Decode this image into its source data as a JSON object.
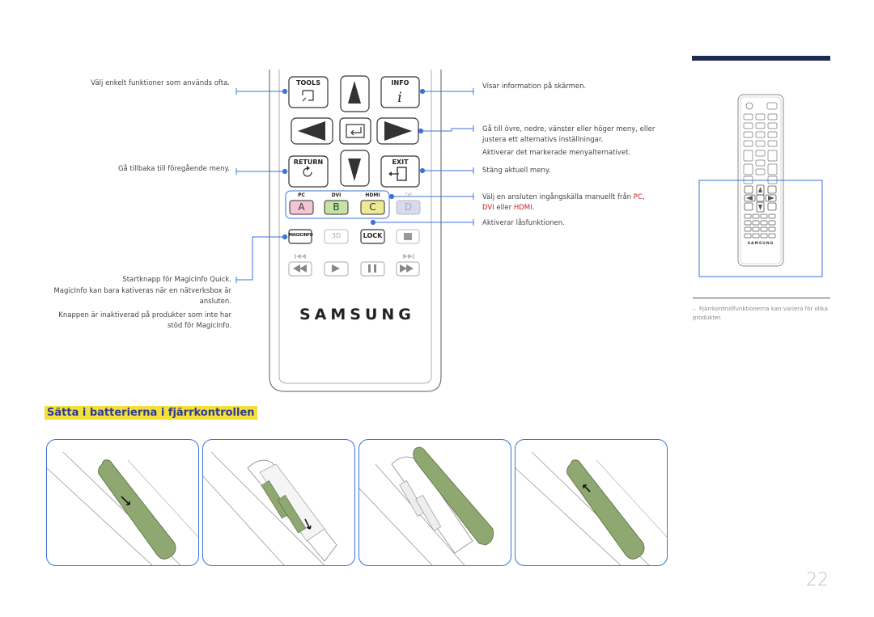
{
  "page_number": "22",
  "section_heading": "Sätta i batterierna i fjärrkontrollen",
  "remote": {
    "buttons": {
      "tools": "TOOLS",
      "info": "INFO",
      "return": "RETURN",
      "exit": "EXIT",
      "pc": "PC",
      "dvi": "DVI",
      "hdmi": "HDMI",
      "dp": "DP",
      "a": "A",
      "b": "B",
      "c": "C",
      "d": "D",
      "magicinfo": "MAGICINFO",
      "three_d": "3D",
      "lock": "LOCK"
    },
    "brand": "SAMSUNG",
    "mini_brand": "SAMSUNG"
  },
  "left_labels": {
    "tools": "Välj enkelt funktioner som används ofta.",
    "return": "Gå tillbaka till föregående meny.",
    "magicinfo_1": "Startknapp för MagicInfo Quick.",
    "magicinfo_2": "MagicInfo kan bara kativeras när en nätverksbox är ansluten.",
    "magicinfo_3": "Knappen är inaktiverad på produkter som inte har stöd för MagicInfo."
  },
  "right_labels": {
    "info": "Visar information på skärmen.",
    "arrows_1": "Gå till övre, nedre, vänster eller höger meny, eller justera ett alternativs inställningar.",
    "arrows_2": "Aktiverar det markerade menyalternativet.",
    "exit": "Stäng aktuell meny.",
    "source_prefix": "Välj en ansluten ingångskälla manuellt från ",
    "source_pc": "PC",
    "source_sep": ",",
    "source_dvi": "DVI",
    "source_or": " eller ",
    "source_hdmi": "HDMI",
    "source_end": ".",
    "lock": "Aktiverar låsfunktionen."
  },
  "note": "Fjärrkontrollfunktionerna kan variera för olika produkter.",
  "colors": {
    "accent_blue": "#3d72d8",
    "heading_bg": "#f3e03a",
    "heading_text": "#2d3a96",
    "battery_cover": "#8fa872",
    "highlight_red": "#c8201e",
    "top_bar": "#1e2a52"
  }
}
